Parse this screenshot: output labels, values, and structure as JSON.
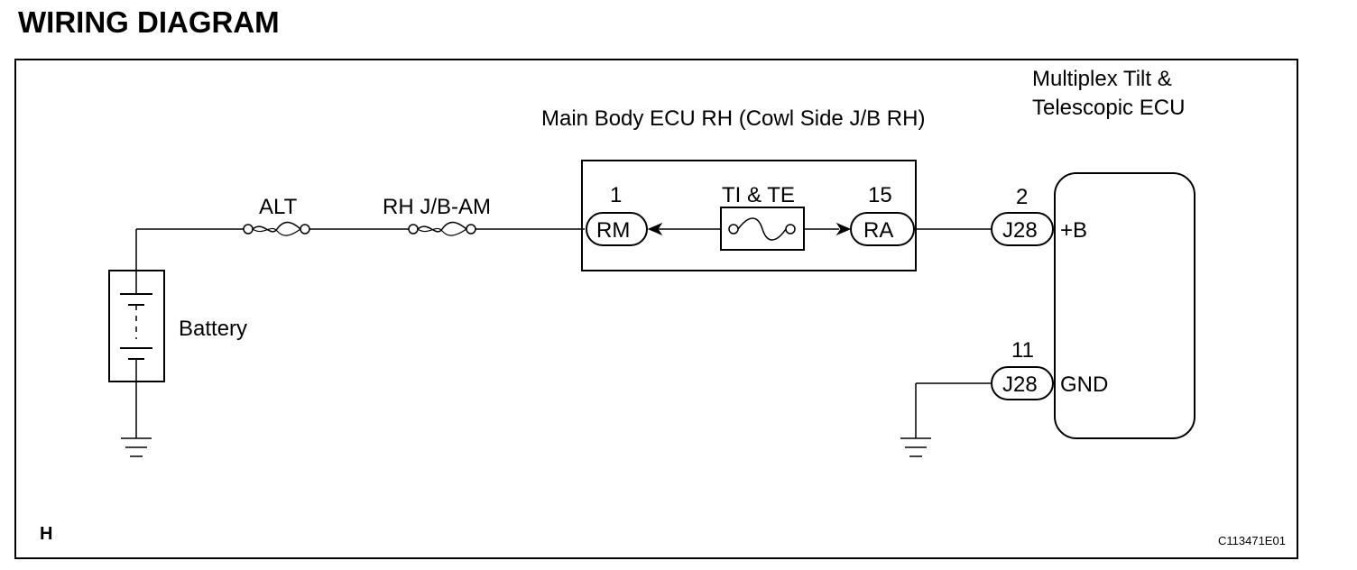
{
  "page": {
    "title": "WIRING DIAGRAM"
  },
  "diagram": {
    "components": {
      "battery": "Battery",
      "main_body_ecu": "Main Body ECU RH (Cowl Side J/B RH)",
      "multiplex_ecu_line1": "Multiplex Tilt &",
      "multiplex_ecu_line2": "Telescopic ECU"
    },
    "fuses": {
      "alt": "ALT",
      "rh_jb_am": "RH J/B-AM",
      "ti_te": "TI & TE"
    },
    "connectors": {
      "rm": {
        "pin": "1",
        "label": "RM"
      },
      "ra": {
        "pin": "15",
        "label": "RA"
      },
      "j28_b": {
        "pin": "2",
        "label": "J28",
        "terminal": "+B"
      },
      "j28_gnd": {
        "pin": "11",
        "label": "J28",
        "terminal": "GND"
      }
    },
    "corner_label": "H",
    "figure_code": "C113471E01"
  }
}
